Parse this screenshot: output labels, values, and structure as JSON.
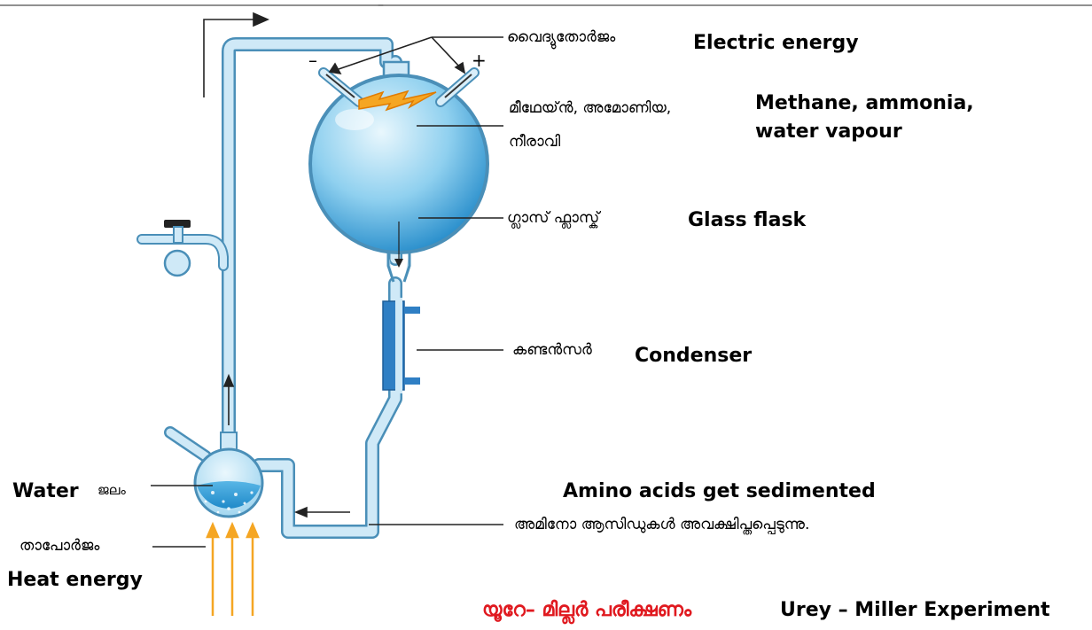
{
  "labels": {
    "electric_ml": "വൈദ്യുതോർജം",
    "electric_en": "Electric energy",
    "gases_ml_1": "മീഥേയ്ൻ, അമോണിയ,",
    "gases_ml_2": "നീരാവി",
    "gases_en_1": "Methane, ammonia,",
    "gases_en_2": "water vapour",
    "flask_ml": "ഗ്ലാസ് ഫ്ലാസ്ക്",
    "flask_en": "Glass flask",
    "condenser_ml": "കണ്ടൻസർ",
    "condenser_en": "Condenser",
    "amino_en": "Amino acids get sedimented",
    "amino_ml": "അമിനോ ആസിഡുകൾ അവക്ഷിപ്തപ്പെടുന്നു.",
    "water_en": "Water",
    "water_ml": "ജലം",
    "heat_ml": "താപോർജം",
    "heat_en": "Heat energy",
    "minus": "–",
    "plus": "+",
    "title_ml": "യൂറേ– മില്ലർ പരീക്ഷണം",
    "title_en": "Urey – Miller Experiment"
  },
  "colors": {
    "tube_outline": "#4a8fb8",
    "tube_fill": "#cfe9f7",
    "flask_light": "#dff3fc",
    "flask_dark": "#3a9fd6",
    "condenser": "#2f7fc4",
    "spark": "#f5a623",
    "heat_arrow": "#f5a623",
    "title_red": "#e0191f"
  }
}
